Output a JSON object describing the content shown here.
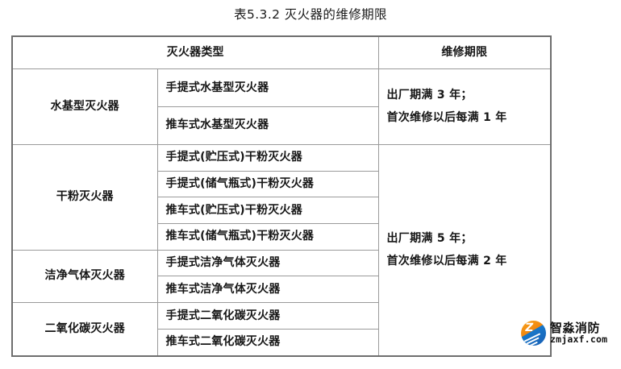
{
  "document": {
    "title": "表5.3.2 灭火器的维修期限"
  },
  "table": {
    "headers": {
      "type_group": "灭火器类型",
      "period": "维修期限"
    },
    "groups": [
      {
        "category": "水基型灭火器",
        "types": [
          "手提式水基型灭火器",
          "推车式水基型灭火器"
        ]
      },
      {
        "category": "干粉灭火器",
        "types": [
          "手提式(贮压式)干粉灭火器",
          "手提式(储气瓶式)干粉灭火器",
          "推车式(贮压式)干粉灭火器",
          "推车式(储气瓶式)干粉灭火器"
        ]
      },
      {
        "category": "洁净气体灭火器",
        "types": [
          "手提式洁净气体灭火器",
          "推车式洁净气体灭火器"
        ]
      },
      {
        "category": "二氧化碳灭火器",
        "types": [
          "手提式二氧化碳灭火器",
          "推车式二氧化碳灭火器"
        ]
      }
    ],
    "periods": [
      {
        "line1": "出厂期满 3 年；",
        "line2": "首次维修以后每满 1 年"
      },
      {
        "line1": "出厂期满 5 年；",
        "line2": "首次维修以后每满 2 年"
      }
    ]
  },
  "watermark": {
    "badge_glyph": "Z",
    "name": "智淼消防",
    "url": "zmjaxf.com"
  },
  "colors": {
    "page_background": "#ffffff",
    "text": "#161616",
    "grid_line": "#9a9a9a",
    "outer_border": "#6e6e6e",
    "logo_orange": "#f2870f",
    "logo_blue": "#1a5fb4"
  }
}
